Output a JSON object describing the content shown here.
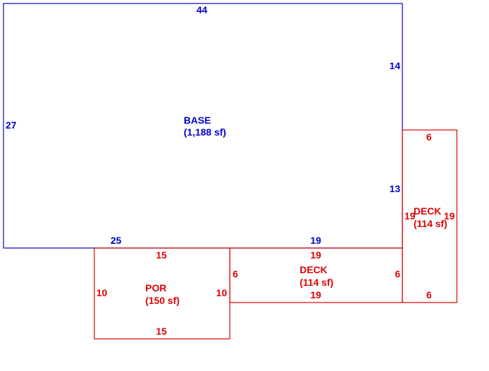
{
  "colors": {
    "base": "#0000cc",
    "additions": "#dd0000",
    "background": "#ffffff"
  },
  "base": {
    "name": "BASE",
    "area": "(1,188 sf)",
    "dims": {
      "top": "44",
      "left": "27",
      "right_upper": "14",
      "right_lower": "13",
      "bottom_left": "25",
      "bottom_right": "19"
    }
  },
  "porch": {
    "name": "POR",
    "area": "(150 sf)",
    "dims": {
      "top": "15",
      "bottom": "15",
      "left": "10",
      "right": "10"
    }
  },
  "deck_bottom": {
    "name": "DECK",
    "area": "(114 sf)",
    "dims": {
      "top": "19",
      "bottom": "19",
      "left": "6",
      "right": "6"
    }
  },
  "deck_right": {
    "name": "DECK",
    "area": "(114 sf)",
    "dims": {
      "top": "6",
      "bottom": "6",
      "left": "19",
      "right": "19"
    }
  }
}
